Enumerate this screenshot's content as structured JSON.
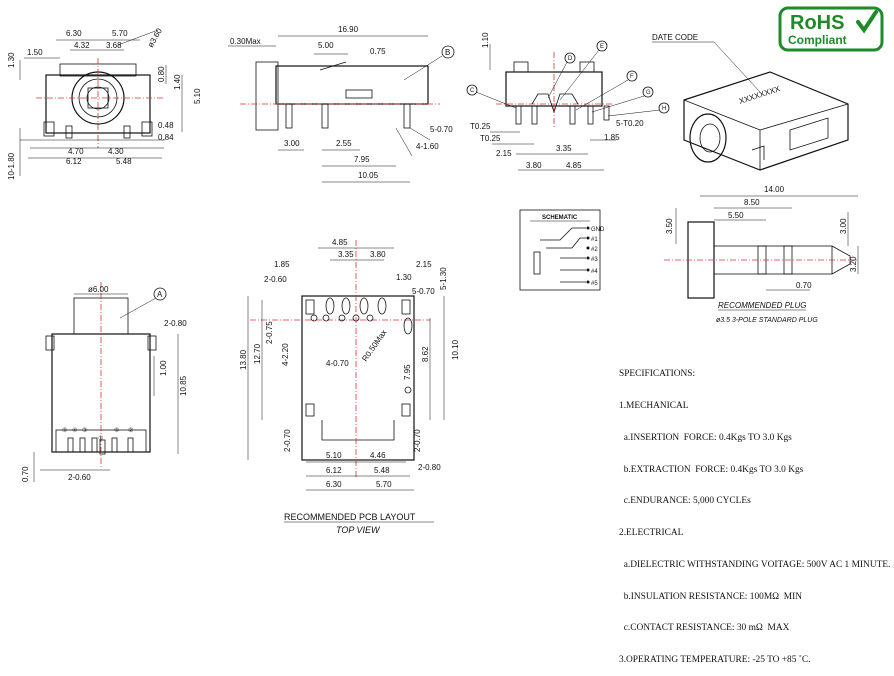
{
  "badge": {
    "title": "RoHS",
    "subtitle": "Compliant"
  },
  "front_view": {
    "dims": [
      "6.30",
      "5.70",
      "1.50",
      "4.32",
      "3.68",
      "ø3.60",
      "1.30",
      "0.80",
      "1.40",
      "5.10",
      "0.48",
      "0.84",
      "4.70",
      "4.30",
      "10-1.80",
      "6.12",
      "5.48"
    ]
  },
  "side_view": {
    "dims": [
      "16.90",
      "0.30Max",
      "5.00",
      "0.75",
      "3.00",
      "2.55",
      "7.95",
      "10.05",
      "5-0.70",
      "4-1.60"
    ],
    "callout": "B"
  },
  "back_view": {
    "dims": [
      "1.10",
      "T0.25",
      "T0.25",
      "2.15",
      "3.35",
      "3.80",
      "4.85",
      "1.85",
      "5-T0.20"
    ],
    "callouts": [
      "C",
      "D",
      "E",
      "F",
      "G",
      "H"
    ]
  },
  "iso_view": {
    "date_code_label": "DATE CODE",
    "marking": "XXXXXXXX"
  },
  "bottom_view": {
    "dims": [
      "ø6.00",
      "2-0.80",
      "1.00",
      "10.85",
      "0.70",
      "2-0.60"
    ],
    "callout": "A",
    "pin_labels": [
      "⑤",
      "④",
      "③",
      "⑥",
      "②",
      "①"
    ]
  },
  "pcb_layout": {
    "dims": [
      "4.85",
      "3.35",
      "3.80",
      "1.85",
      "2.15",
      "2-0.60",
      "1.30",
      "5-1.30",
      "5-0.70",
      "2-0.75",
      "13.80",
      "12.70",
      "4-2.20",
      "R0.50Max",
      "8.62",
      "10.10",
      "4-0.70",
      "7.95",
      "2-0.70",
      "2-0.70",
      "2-0.80",
      "5.10",
      "4.46",
      "6.12",
      "5.48",
      "6.30",
      "5.70"
    ],
    "title": "RECOMMENDED PCB LAYOUT",
    "subtitle": "TOP VIEW"
  },
  "schematic": {
    "title": "SCHEMATIC",
    "pins": [
      "GND",
      "#1",
      "#2",
      "#3",
      "#4",
      "#5"
    ]
  },
  "plug": {
    "dims": [
      "14.00",
      "8.50",
      "5.50",
      "3.50",
      "3.00",
      "3.20",
      "0.70"
    ],
    "title": "RECOMMENDED PLUG",
    "subtitle": "ø3.5 3-POLE STANDARD PLUG"
  },
  "specifications": {
    "heading": "SPECIFICATIONS:",
    "lines": [
      "1.MECHANICAL",
      "  a.INSERTION  FORCE: 0.4Kgs TO 3.0 Kgs",
      "  b.EXTRACTION  FORCE: 0.4Kgs TO 3.0 Kgs",
      "  c.ENDURANCE: 5,000 CYCLEs",
      "2.ELECTRICAL",
      "  a.DIELECTRIC WITHSTANDING VOITAGE: 500V AC 1 MINUTE.",
      "  b.INSULATION RESISTANCE: 100MΩ  MIN",
      "  c.CONTACT RESISTANCE: 30 mΩ  MAX",
      "3.OPERATING TEMPERATURE: -25 TO +85 ˚C."
    ]
  }
}
